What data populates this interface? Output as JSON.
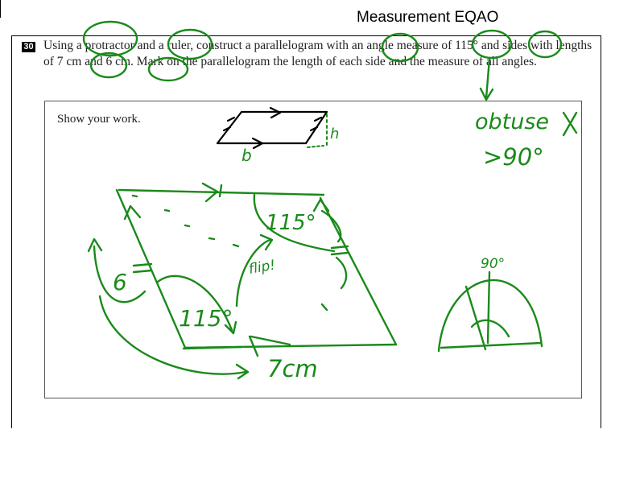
{
  "header": {
    "title": "Measurement EQAO"
  },
  "question": {
    "number": "30",
    "text": "Using a protractor and a ruler, construct a parallelogram with an angle measure of 115° and sides with lengths of 7 cm and 6 cm. Mark on the parallelogram the length of each side and the measure of all angles."
  },
  "work_area": {
    "label": "Show your work."
  },
  "annotations": {
    "obtuse": "obtuse",
    "greater_than_90": ">90°",
    "angle_115_top": "115°",
    "angle_115_bottom": "115°",
    "flip": "flip!",
    "side_6": "6",
    "side_7cm": "7cm",
    "sketch_b": "b",
    "sketch_h": "h",
    "right_angle_90": "90°"
  },
  "colors": {
    "ink": "#1a8a1a",
    "pen": "#000000"
  }
}
